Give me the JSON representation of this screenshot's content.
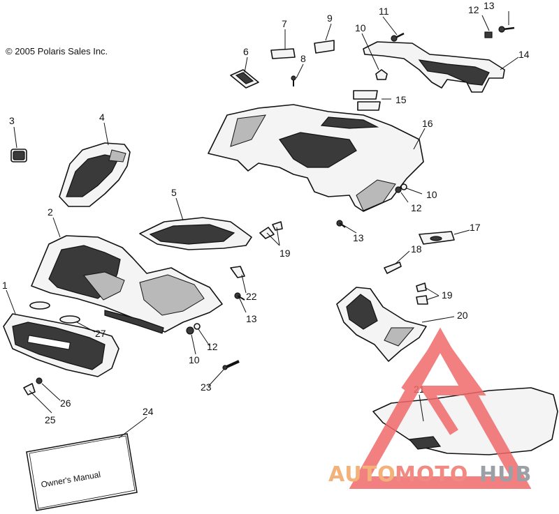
{
  "copyright": "© 2005 Polaris Sales Inc.",
  "manual_label": "Owner's Manual",
  "callouts": [
    "1",
    "2",
    "3",
    "4",
    "5",
    "6",
    "7",
    "8",
    "9",
    "10",
    "10",
    "10",
    "11",
    "12",
    "12",
    "12",
    "13",
    "13",
    "13",
    "14",
    "15",
    "16",
    "17",
    "18",
    "19",
    "19",
    "20",
    "21",
    "22",
    "23",
    "24",
    "25",
    "26",
    "27"
  ],
  "watermark": {
    "part1": "AUTO",
    "part2": "MOTO",
    "part3": "HUB",
    "color1": "#f2b27a",
    "color2": "#f08a82",
    "color3": "#9aa0a6",
    "logo_color": "#f06a6a"
  }
}
